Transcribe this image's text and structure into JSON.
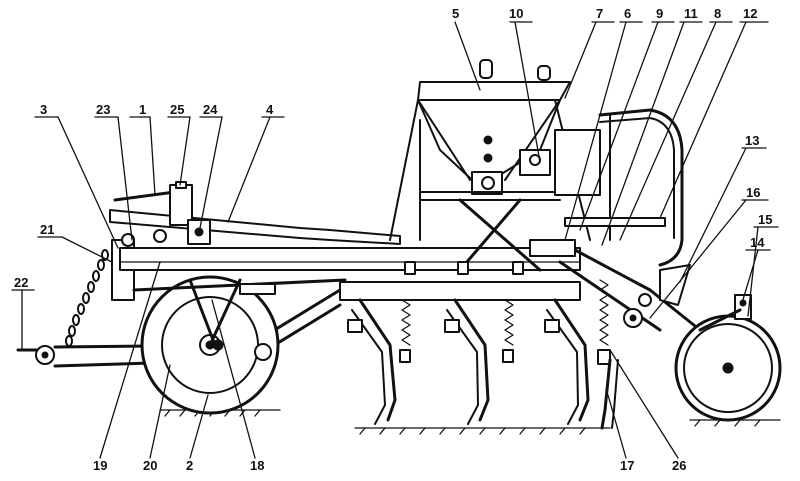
{
  "callouts": [
    {
      "label": "1"
    },
    {
      "label": "2"
    },
    {
      "label": "3"
    },
    {
      "label": "4"
    },
    {
      "label": "5"
    },
    {
      "label": "6"
    },
    {
      "label": "7"
    },
    {
      "label": "8"
    },
    {
      "label": "9"
    },
    {
      "label": "10"
    },
    {
      "label": "11"
    },
    {
      "label": "12"
    },
    {
      "label": "13"
    },
    {
      "label": "14"
    },
    {
      "label": "15"
    },
    {
      "label": "16"
    },
    {
      "label": "17"
    },
    {
      "label": "18"
    },
    {
      "label": "19"
    },
    {
      "label": "20"
    },
    {
      "label": "21"
    },
    {
      "label": "22"
    },
    {
      "label": "23"
    },
    {
      "label": "24"
    },
    {
      "label": "25"
    },
    {
      "label": "26"
    }
  ]
}
